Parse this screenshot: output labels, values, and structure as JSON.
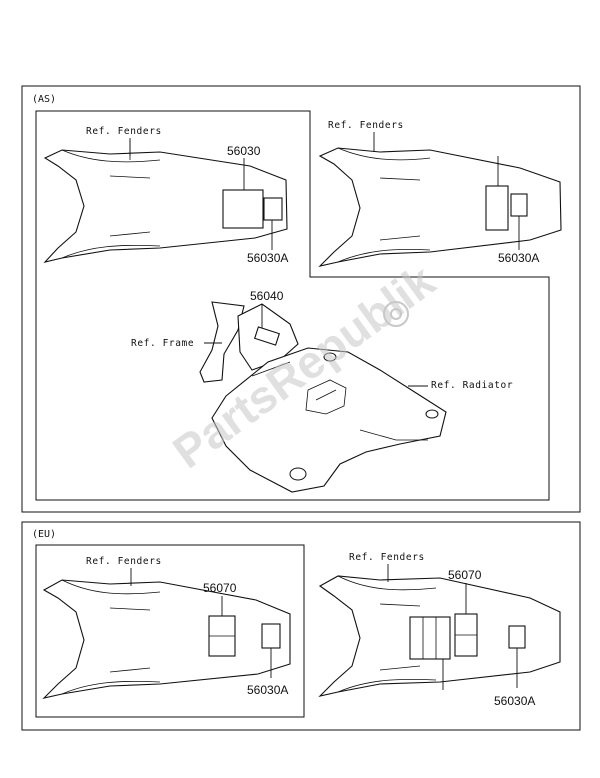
{
  "watermark": "PartsRepublik",
  "sections": {
    "as": {
      "tag": "(AS)",
      "panel_a": {
        "ref": "Ref. Fenders",
        "part_top": "56030",
        "part_bottom": "56030A"
      },
      "panel_b": {
        "ref": "Ref. Fenders",
        "part_bottom": "56030A"
      },
      "panel_c": {
        "part_top": "56040",
        "ref_frame": "Ref. Frame",
        "ref_radiator": "Ref. Radiator"
      }
    },
    "eu": {
      "tag": "(EU)",
      "panel_a": {
        "ref": "Ref. Fenders",
        "part_top": "56070",
        "part_bottom": "56030A"
      },
      "panel_b": {
        "ref": "Ref. Fenders",
        "part_top": "56070",
        "part_bottom": "56030A"
      }
    }
  },
  "colors": {
    "line": "#111111",
    "background": "#ffffff",
    "watermark": "#c8c8c8"
  }
}
